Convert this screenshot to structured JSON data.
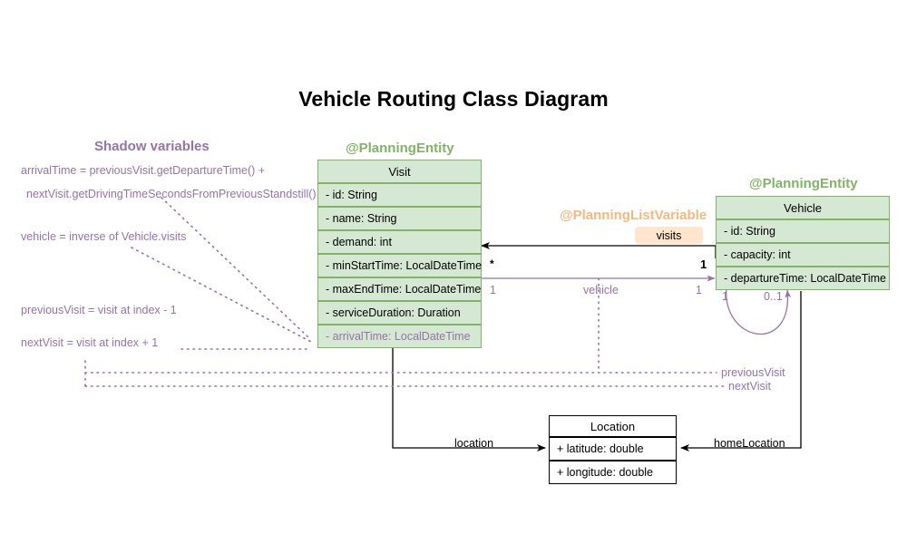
{
  "title": "Vehicle Routing Class Diagram",
  "background": "#ffffff",
  "colors": {
    "class_fill": "#d5e8d4",
    "class_stroke": "#82b366",
    "stereotype_green": "#82b366",
    "shadow_purple": "#9673a6",
    "badge_fill": "#ffe6cc",
    "badge_text_orange": "#f5b97f",
    "edge_black": "#000000"
  },
  "shadow_variables": {
    "heading": "Shadow variables",
    "lines": [
      "arrivalTime = previousVisit.getDepartureTime() +",
      "nextVisit.getDrivingTimeSecondsFromPreviousStandstill()",
      "vehicle = inverse of Vehicle.visits",
      "previousVisit = visit at index - 1",
      "nextVisit = visit at index + 1"
    ]
  },
  "classes": [
    {
      "id": "visit",
      "stereotype": "@PlanningEntity",
      "name": "Visit",
      "attributes": [
        {
          "text": "- id: String",
          "shadow": false
        },
        {
          "text": "- name: String",
          "shadow": false
        },
        {
          "text": "- demand: int",
          "shadow": false
        },
        {
          "text": "- minStartTime: LocalDateTime",
          "shadow": false
        },
        {
          "text": "- maxEndTime: LocalDateTime",
          "shadow": false
        },
        {
          "text": "- serviceDuration: Duration",
          "shadow": false
        },
        {
          "text": "- arrivalTime: LocalDateTime",
          "shadow": true
        }
      ]
    },
    {
      "id": "vehicle",
      "stereotype": "@PlanningEntity",
      "name": "Vehicle",
      "attributes": [
        {
          "text": "- id: String",
          "shadow": false
        },
        {
          "text": "- capacity: int",
          "shadow": false
        },
        {
          "text": "- departureTime: LocalDateTime",
          "shadow": false
        }
      ]
    },
    {
      "id": "location",
      "stereotype": "",
      "name": "Location",
      "attributes": [
        {
          "text": "+ latitude: double",
          "shadow": false
        },
        {
          "text": "+ longitude: double",
          "shadow": false
        }
      ]
    }
  ],
  "annotations": {
    "planning_list_variable": "@PlanningListVariable",
    "visits_badge": "visits"
  },
  "edges": {
    "visits": {
      "label": "visits",
      "source_multiplicity": "1",
      "target_multiplicity": "*"
    },
    "vehicle": {
      "label": "vehicle",
      "source_multiplicity": "1",
      "target_multiplicity": "1"
    },
    "self_loop": {
      "labels": [
        "previousVisit",
        "nextVisit"
      ],
      "source_multiplicity": "1",
      "target_multiplicity": "0..1"
    },
    "location": {
      "label": "location"
    },
    "home_location": {
      "label": "homeLocation"
    }
  }
}
